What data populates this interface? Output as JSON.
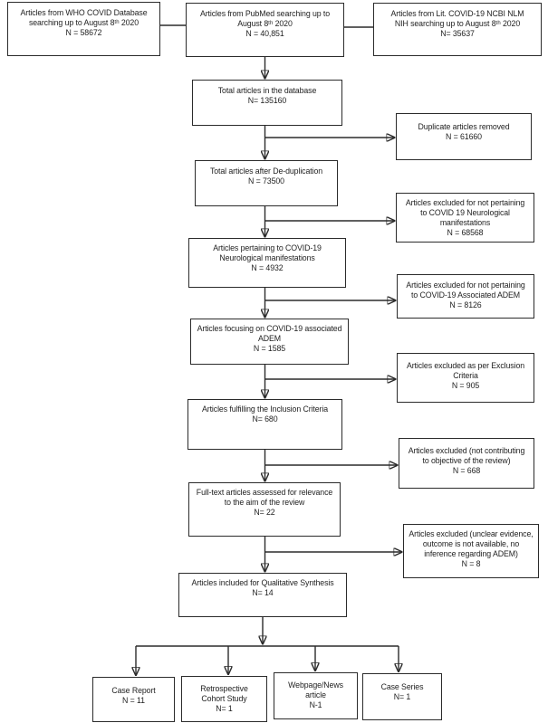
{
  "style": {
    "box_border": "#2b2b2b",
    "line_color": "#2b2b2b",
    "text_color": "#1f1f1f",
    "background": "#ffffff"
  },
  "nodes": {
    "who_database": {
      "text": "Articles from WHO COVID Database\nsearching up to August 8ᵗʰ 2020\nN = 58672"
    },
    "pubmed": {
      "text": "Articles from PubMed searching up to\nAugust 8ᵗʰ 2020\nN = 40,851"
    },
    "lit_covid": {
      "text": "Articles from Lit. COVID-19 NCBI NLM\nNIH searching up to August 8ᵗʰ 2020\nN= 35637"
    },
    "total_database": {
      "text": "Total articles in the database\nN= 135160"
    },
    "duplicates_removed": {
      "text": "Duplicate articles removed\nN = 61660"
    },
    "after_dedup": {
      "text": "Total articles after De-duplication\nN = 73500"
    },
    "excluded_not_neuro": {
      "text": "Articles excluded for not pertaining\nto COVID 19 Neurological\nmanifestations\nN = 68568"
    },
    "pertaining_neuro": {
      "text": "Articles pertaining to COVID-19\nNeurological manifestations\nN = 4932"
    },
    "excluded_not_adem": {
      "text": "Articles excluded for not pertaining\nto COVID-19 Associated ADEM\nN = 8126"
    },
    "focusing_adem": {
      "text": "Articles focusing on COVID-19 associated\nADEM\nN = 1585"
    },
    "excluded_exclusion_criteria": {
      "text": "Articles excluded as per Exclusion\nCriteria\nN = 905"
    },
    "fulfilling_inclusion": {
      "text": "Articles fulfilling the Inclusion Criteria\nN= 680"
    },
    "excluded_not_contributing": {
      "text": "Articles excluded (not contributing\nto objective of the review)\nN = 668"
    },
    "fulltext_assessed": {
      "text": "Full-text articles assessed for relevance\nto the aim of the review\nN= 22"
    },
    "excluded_unclear": {
      "text": "Articles excluded (unclear evidence,\noutcome is not available, no\ninference regarding ADEM)\nN = 8"
    },
    "qualitative_synthesis": {
      "text": "Articles included for Qualitative Synthesis\nN= 14"
    },
    "case_report": {
      "text": "Case Report\nN = 11"
    },
    "retrospective_cohort": {
      "text": "Retrospective\nCohort Study\nN= 1"
    },
    "webpage_news": {
      "text": "Webpage/News\narticle\nN-1"
    },
    "case_series": {
      "text": "Case Series\nN= 1"
    }
  }
}
